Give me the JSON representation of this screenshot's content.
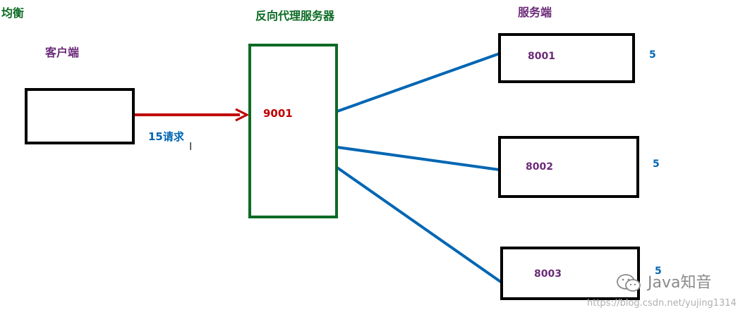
{
  "labels": {
    "corner_title": "均衡",
    "proxy_title": "反向代理服务器",
    "server_title": "服务端",
    "client_title": "客户端",
    "request_label": "15请求"
  },
  "proxy": {
    "port": "9001"
  },
  "servers": [
    {
      "port": "8001",
      "count": "5"
    },
    {
      "port": "8002",
      "count": "5"
    },
    {
      "port": "8003",
      "count": "5"
    }
  ],
  "watermark": {
    "brand": "Java知音",
    "url": "https://blog.csdn.net/yujing1314"
  },
  "colors": {
    "title_green": "#0b6b23",
    "label_purple": "#6b2b78",
    "blue": "#0066b3",
    "red": "#c00000",
    "proxy_border": "#0d6b24",
    "box_border": "#000000",
    "watermark_gray": "#8a8a8a"
  }
}
